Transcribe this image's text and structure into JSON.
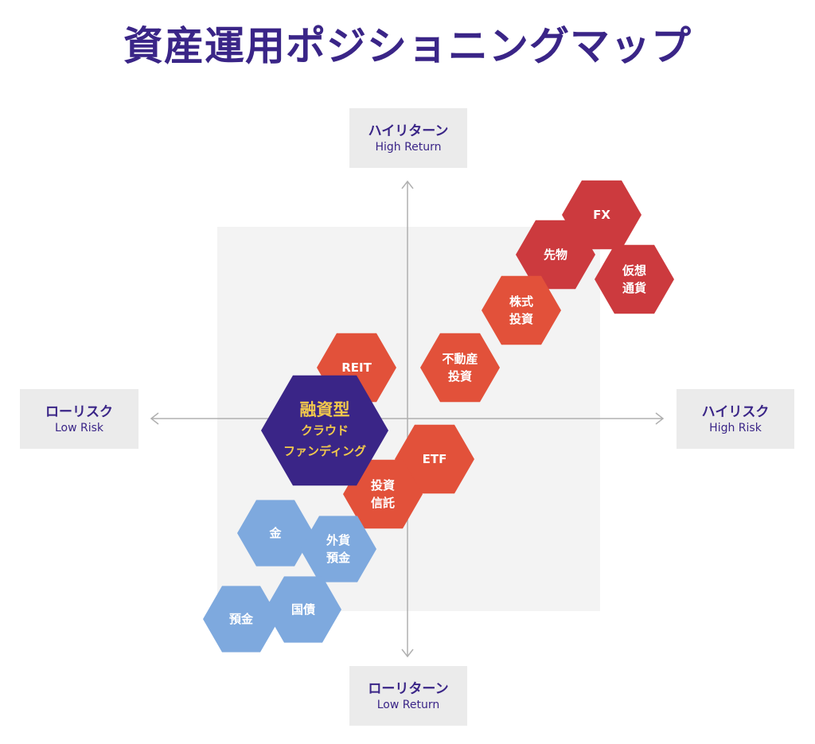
{
  "title": "資産運用ポジショニングマップ",
  "axes": {
    "top": {
      "jp": "ハイリターン",
      "en": "High Return"
    },
    "bottom": {
      "jp": "ローリターン",
      "en": "Low Return"
    },
    "left": {
      "jp": "ローリスク",
      "en": "Low Risk"
    },
    "right": {
      "jp": "ハイリスク",
      "en": "High Risk"
    }
  },
  "colors": {
    "title": "#3a2587",
    "dark_red": "#cc3a3e",
    "orange_red": "#e2513a",
    "blue": "#7ea9de",
    "purple": "#3a2587",
    "highlight_text": "#f2c94c",
    "plot_area": "#f3f3f3",
    "axis_line": "#b0b0b0"
  },
  "assets": [
    {
      "id": "fx",
      "lines": [
        "FX"
      ],
      "group": "dark_red"
    },
    {
      "id": "futures",
      "lines": [
        "先物"
      ],
      "group": "dark_red"
    },
    {
      "id": "crypto",
      "lines": [
        "仮想",
        "通貨"
      ],
      "group": "dark_red"
    },
    {
      "id": "stocks",
      "lines": [
        "株式",
        "投資"
      ],
      "group": "orange_red"
    },
    {
      "id": "realestate",
      "lines": [
        "不動産",
        "投資"
      ],
      "group": "orange_red"
    },
    {
      "id": "reit",
      "lines": [
        "REIT"
      ],
      "group": "orange_red"
    },
    {
      "id": "etf",
      "lines": [
        "ETF"
      ],
      "group": "orange_red"
    },
    {
      "id": "fund",
      "lines": [
        "投資",
        "信託"
      ],
      "group": "orange_red"
    },
    {
      "id": "gold",
      "lines": [
        "金"
      ],
      "group": "blue"
    },
    {
      "id": "fxdeposit",
      "lines": [
        "外貨",
        "預金"
      ],
      "group": "blue"
    },
    {
      "id": "jgb",
      "lines": [
        "国債"
      ],
      "group": "blue"
    },
    {
      "id": "deposit",
      "lines": [
        "預金"
      ],
      "group": "blue"
    },
    {
      "id": "crowdfunding",
      "lines": [
        "融資型",
        "クラウド",
        "ファンディング"
      ],
      "group": "purple",
      "highlight": true
    }
  ]
}
